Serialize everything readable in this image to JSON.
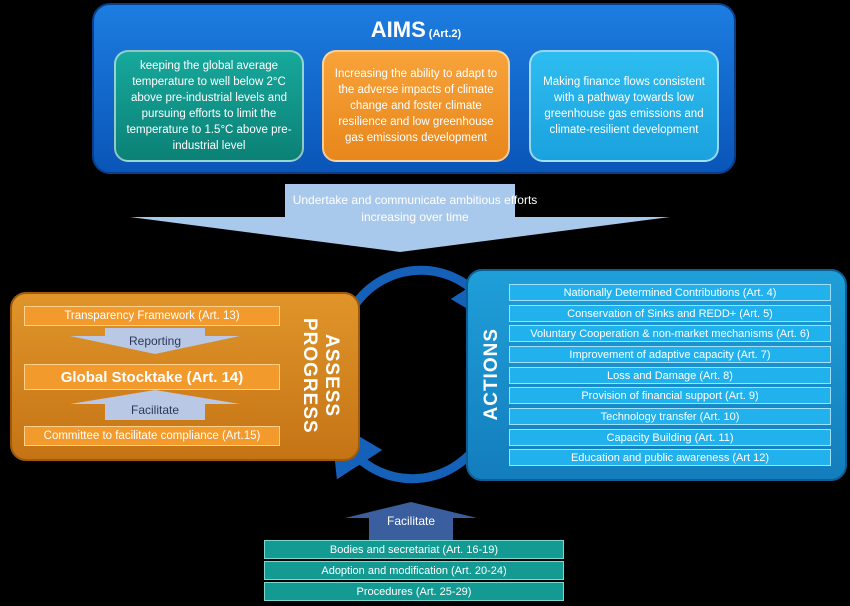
{
  "aims": {
    "title": "AIMS",
    "article": "(Art.2)",
    "items": [
      "keeping the global average temperature to well below 2°C above pre-industrial levels and pursuing efforts to limit the temperature to 1.5°C above pre-industrial level",
      "Increasing the ability to adapt to the adverse impacts of climate change and foster climate resilience and low greenhouse gas emissions development",
      "Making finance flows consistent with a pathway towards low greenhouse gas emissions and climate-resilient development"
    ]
  },
  "main_arrow_text": "Undertake and communicate ambitious efforts increasing over time",
  "assess": {
    "label": "ASSESS PROGRESS",
    "transparency": "Transparency Framework (Art. 13)",
    "reporting": "Reporting",
    "stocktake": "Global Stocktake (Art. 14)",
    "facilitate": "Facilitate",
    "compliance": "Committee to facilitate compliance (Art.15)"
  },
  "actions": {
    "label": "ACTIONS",
    "items": [
      "Nationally Determined Contributions (Art. 4)",
      "Conservation of Sinks and REDD+ (Art. 5)",
      "Voluntary Cooperation & non-market mechanisms (Art. 6)",
      "Improvement of adaptive capacity (Art. 7)",
      "Loss and Damage (Art. 8)",
      "Provision of financial support (Art. 9)",
      "Technology transfer (Art. 10)",
      "Capacity Building (Art. 11)",
      "Education and public awareness (Art 12)"
    ]
  },
  "bottom": {
    "facilitate": "Facilitate",
    "items": [
      "Bodies and secretariat (Art. 16-19)",
      "Adoption and modification (Art. 20-24)",
      "Procedures (Art. 25-29)"
    ]
  },
  "colors": {
    "aims_blue": "#1d7de0",
    "teal": "#17a89c",
    "orange": "#f7a33a",
    "cyan": "#2ebdf0",
    "assess_orange": "#e0952a",
    "actions_blue": "#1f9fd9",
    "arrow_light": "#a9c9ec",
    "cycle_arrow": "#1560b8"
  }
}
